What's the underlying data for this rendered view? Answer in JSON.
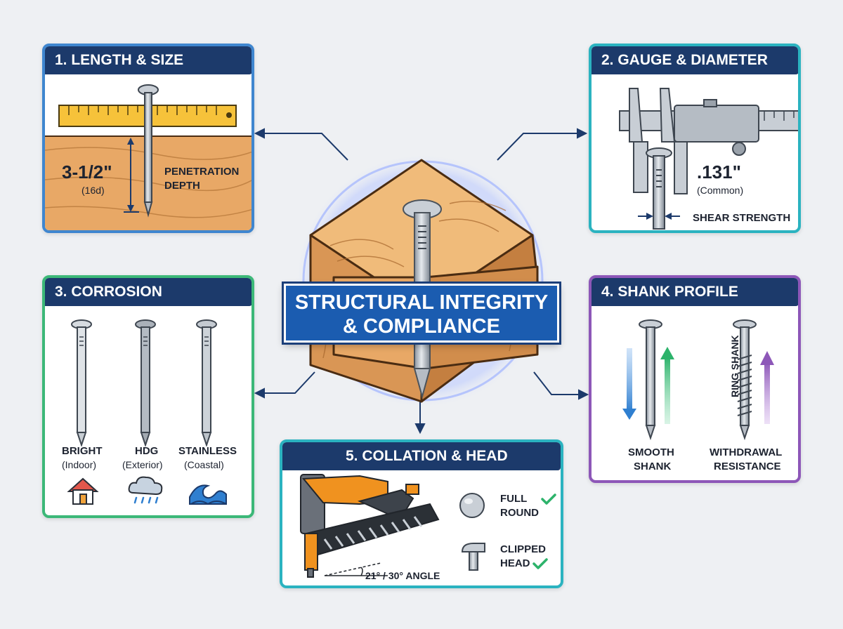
{
  "center": {
    "line1": "STRUCTURAL INTEGRITY",
    "line2": "& COMPLIANCE"
  },
  "panels": {
    "length": {
      "title": "1. LENGTH & SIZE",
      "size": "3-1/2\"",
      "size_note": "(16d)",
      "depth_line1": "PENETRATION",
      "depth_line2": "DEPTH"
    },
    "gauge": {
      "title": "2. GAUGE & DIAMETER",
      "diameter": ".131\"",
      "diameter_note": "(Common)",
      "shear": "SHEAR STRENGTH"
    },
    "corrosion": {
      "title": "3. CORROSION RESISTANCE",
      "items": [
        {
          "name": "BRIGHT",
          "note": "(Indoor)",
          "icon": "house-icon"
        },
        {
          "name": "HDG",
          "note": "(Exterior)",
          "icon": "rain-cloud-icon"
        },
        {
          "name": "STAINLESS",
          "note": "(Coastal)",
          "icon": "wave-icon"
        }
      ]
    },
    "shank": {
      "title": "4. SHANK PROFILE",
      "smooth_line1": "SMOOTH",
      "smooth_line2": "SHANK",
      "ring": "RING SHANK",
      "withdrawal_line1": "WITHDRAWAL",
      "withdrawal_line2": "RESISTANCE"
    },
    "collation": {
      "title": "5. COLLATION & HEAD",
      "angle": "21° / 30° ANGLE",
      "full_line1": "FULL",
      "full_line2": "ROUND",
      "clipped_line1": "CLIPPED",
      "clipped_line2": "HEAD"
    }
  },
  "colors": {
    "navy": "#1c3a6b",
    "blue_border": "#3f86cf",
    "teal_border": "#2bb3c0",
    "green_border": "#3cb878",
    "purple_border": "#8d57b8",
    "banner": "#1b5cb0",
    "wood": "#e3a868",
    "check": "#2db36b"
  }
}
